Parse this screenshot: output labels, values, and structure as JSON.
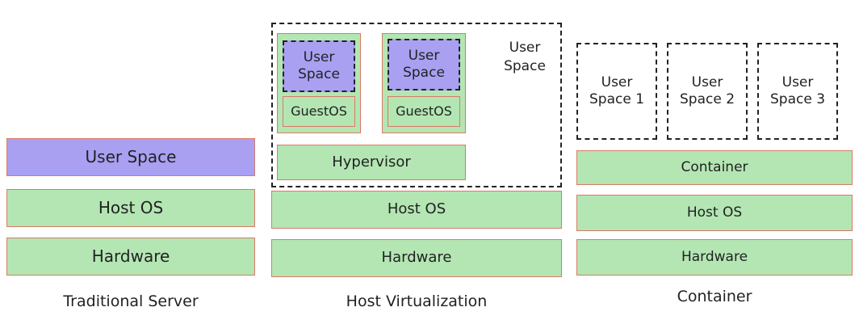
{
  "traditional": {
    "user_space": "User Space",
    "host_os": "Host OS",
    "hardware": "Hardware",
    "caption": "Traditional Server"
  },
  "host_virtualization": {
    "vm1": {
      "user_space": "User\nSpace",
      "guest_os": "GuestOS"
    },
    "vm2": {
      "user_space": "User\nSpace",
      "guest_os": "GuestOS"
    },
    "user_space_label": "User\nSpace",
    "hypervisor": "Hypervisor",
    "host_os": "Host OS",
    "hardware": "Hardware",
    "caption": "Host Virtualization"
  },
  "container": {
    "user_space_1": "User\nSpace 1",
    "user_space_2": "User\nSpace 2",
    "user_space_3": "User\nSpace 3",
    "container": "Container",
    "host_os": "Host OS",
    "hardware": "Hardware",
    "caption": "Container"
  },
  "colors": {
    "green": "#b3e6b3",
    "purple": "#a9a0f2",
    "border": "#d97a66",
    "dashed": "#222222"
  }
}
